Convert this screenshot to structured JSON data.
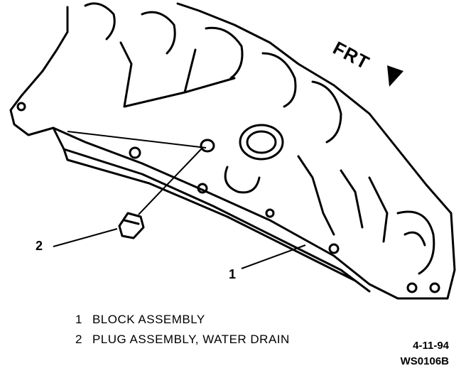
{
  "direction_label": "FRT",
  "callouts": [
    {
      "id": "1",
      "text": "1"
    },
    {
      "id": "2",
      "text": "2"
    }
  ],
  "legend": [
    {
      "num": "1",
      "text": "BLOCK ASSEMBLY"
    },
    {
      "num": "2",
      "text": "PLUG ASSEMBLY, WATER DRAIN"
    }
  ],
  "figure_date": "4-11-94",
  "figure_code": "WS0106B"
}
